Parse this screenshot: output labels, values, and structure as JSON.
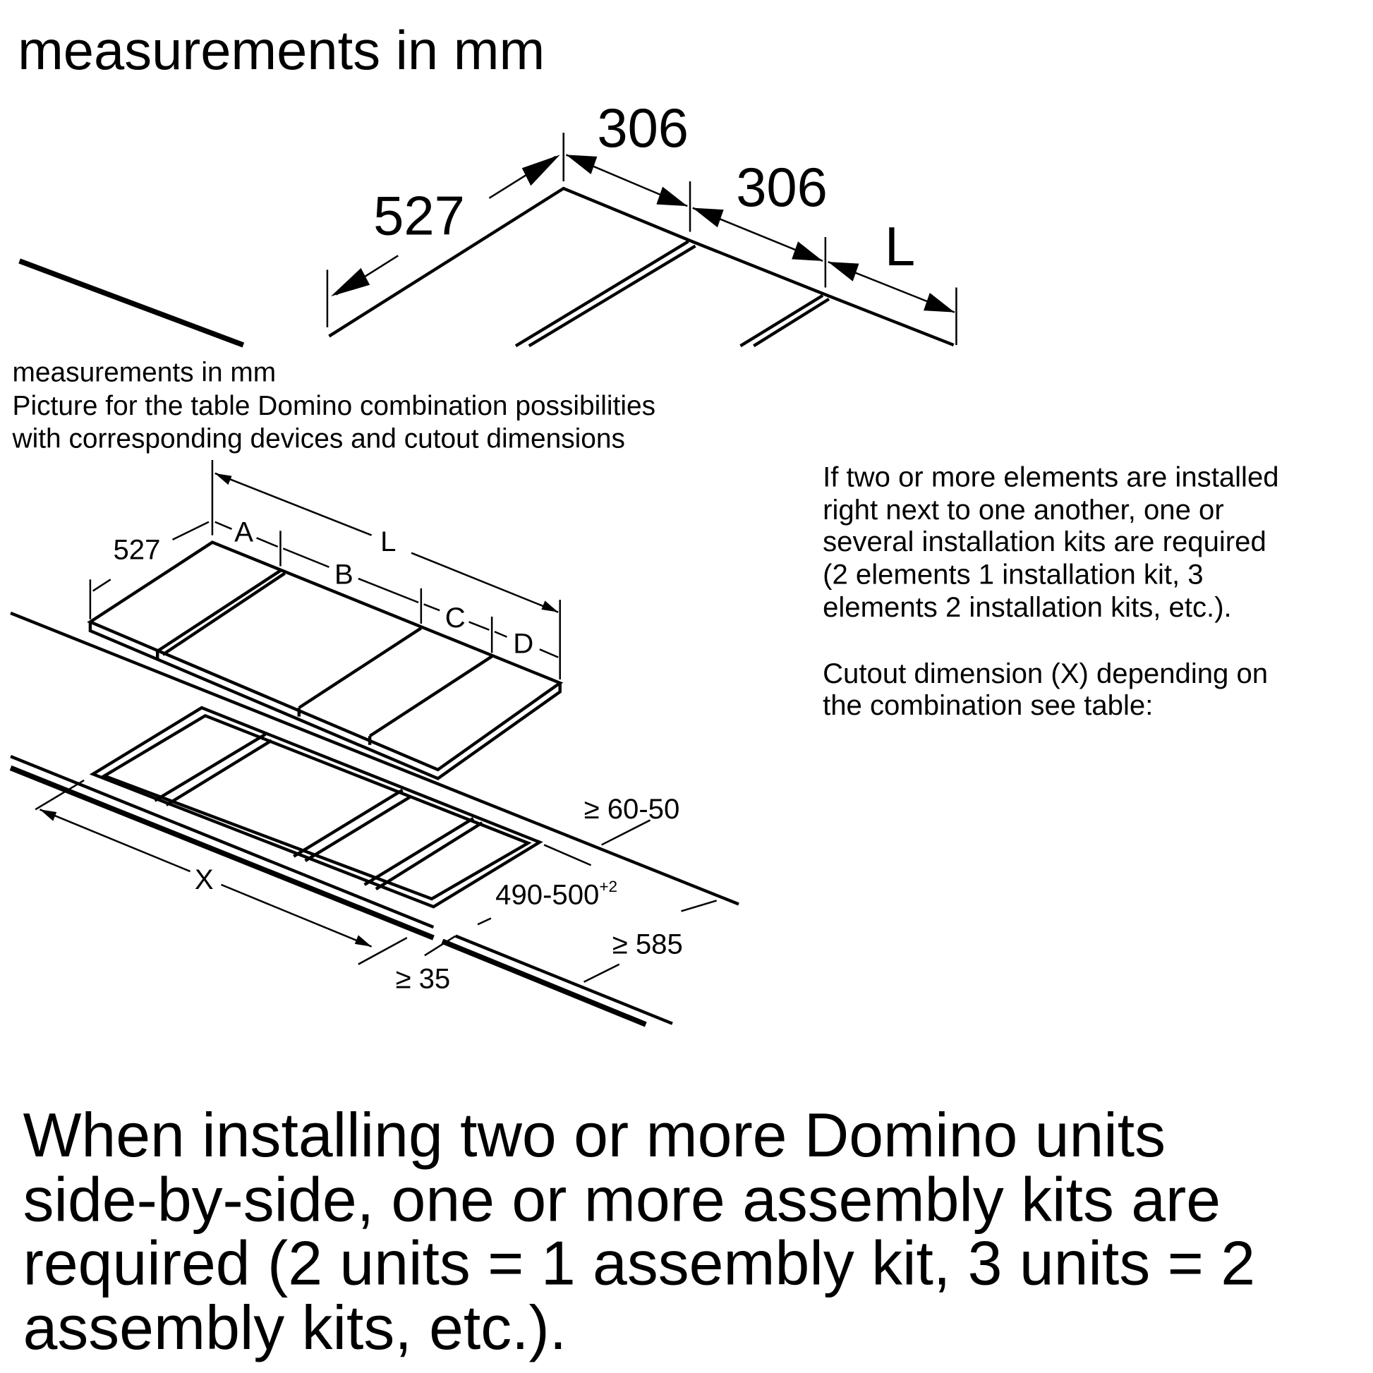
{
  "top": {
    "title": "measurements in mm",
    "dims": {
      "depth": "527",
      "width1": "306",
      "width2": "306",
      "length": "L"
    }
  },
  "middle": {
    "caption": [
      "measurements in mm",
      "Picture for the table Domino combination possibilities",
      "with corresponding devices and cutout dimensions"
    ],
    "labels": {
      "depth": "527",
      "a": "A",
      "b": "B",
      "c": "C",
      "d": "D",
      "l": "L",
      "x": "X",
      "rear": "≥ 60-50",
      "cutout_depth": "490-500",
      "cutout_tol": "+2",
      "counter_depth": "≥ 585",
      "front": "≥ 35"
    },
    "note": [
      "If two or more elements are installed",
      "right next to one another, one or",
      "several installation kits are required",
      "(2 elements 1 installation kit, 3",
      "elements 2 installation kits, etc.).",
      "Cutout dimension (X) depending on",
      "the combination see table:"
    ]
  },
  "bottom": {
    "lines": [
      "When installing two or more Domino units",
      "side-by-side, one or more assembly kits are",
      "required (2 units = 1 assembly kit, 3 units = 2",
      "assembly kits, etc.)."
    ]
  }
}
